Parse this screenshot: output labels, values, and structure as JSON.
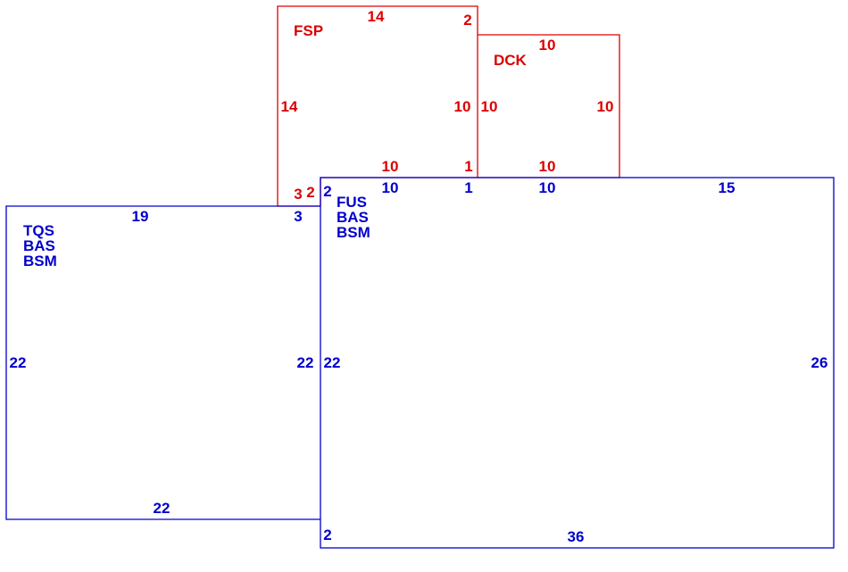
{
  "colors": {
    "main": "#0000cc",
    "addition": "#dd0000",
    "background": "#ffffff"
  },
  "sections": {
    "fsp": {
      "codes": [
        "FSP"
      ],
      "dims": {
        "top_a": "14",
        "top_b": "2",
        "left": "14",
        "right": "10",
        "bottom": "10",
        "bottom_right": "1",
        "bl_a": "3",
        "bl_b": "2"
      }
    },
    "dck": {
      "codes": [
        "DCK"
      ],
      "dims": {
        "top": "10",
        "left": "10",
        "right": "10",
        "bottom": "10"
      }
    },
    "tqs": {
      "codes": [
        "TQS",
        "BAS",
        "BSM"
      ],
      "dims": {
        "top": "19",
        "top_right": "3",
        "left": "22",
        "right": "22",
        "bottom": "22"
      }
    },
    "fus": {
      "codes": [
        "FUS",
        "BAS",
        "BSM"
      ],
      "dims": {
        "top_left": "2",
        "top_a": "10",
        "top_b": "1",
        "top_c": "10",
        "top_d": "15",
        "left": "22",
        "right": "26",
        "bottom": "36",
        "bottom_left": "2"
      }
    }
  }
}
